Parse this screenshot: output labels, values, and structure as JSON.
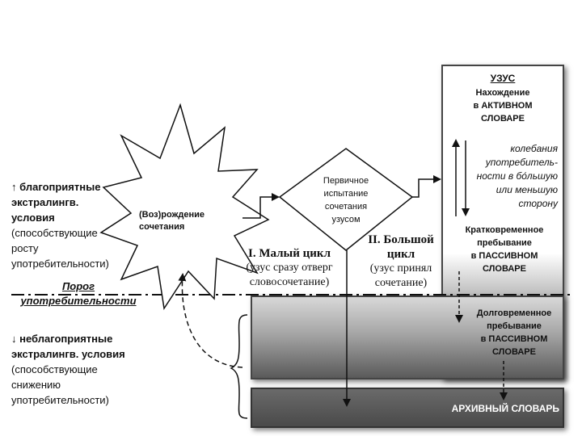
{
  "usus": {
    "title": "УЗУС",
    "active_lines": [
      "Нахождение",
      "в АКТИВНОМ",
      "СЛОВАРЕ"
    ],
    "fluctuation_lines": [
      "колебания",
      "употребитель-",
      "ности в бо́льшую",
      "или меньшую",
      "сторону"
    ],
    "short_passive_lines": [
      "Кратковременное",
      "пребывание",
      "в ПАССИВНОМ",
      "СЛОВАРЕ"
    ],
    "long_passive_lines": [
      "Долговременное",
      "пребывание",
      "в ПАССИВНОМ",
      "СЛОВАРЕ"
    ]
  },
  "archive": {
    "label": "АРХИВНЫЙ СЛОВАРЬ"
  },
  "star": {
    "lines": [
      "(Воз)рождение",
      "сочетания"
    ]
  },
  "diamond": {
    "lines": [
      "Первичное",
      "испытание",
      "сочетания",
      "узусом"
    ]
  },
  "small_cycle": {
    "title": "I. Малый цикл",
    "note_lines": [
      "(узус сразу отверг",
      "словосочетание)"
    ]
  },
  "big_cycle": {
    "title_lines": [
      "II. Большой",
      "цикл"
    ],
    "note_lines": [
      "(узус принял",
      "сочетание)"
    ]
  },
  "favorable": {
    "arrow": "↑",
    "bold_lines": [
      "благоприятные",
      "экстралингв.",
      "условия"
    ],
    "note_lines": [
      "(способствующие",
      "росту",
      "употребительности)"
    ]
  },
  "threshold": {
    "lines": [
      "Порог",
      "употребительности"
    ]
  },
  "unfavorable": {
    "arrow": "↓",
    "bold_lines": [
      "неблагоприятные",
      "экстралингв. условия"
    ],
    "note_lines": [
      "(способствующие",
      "снижению",
      "употребительности)"
    ]
  }
}
